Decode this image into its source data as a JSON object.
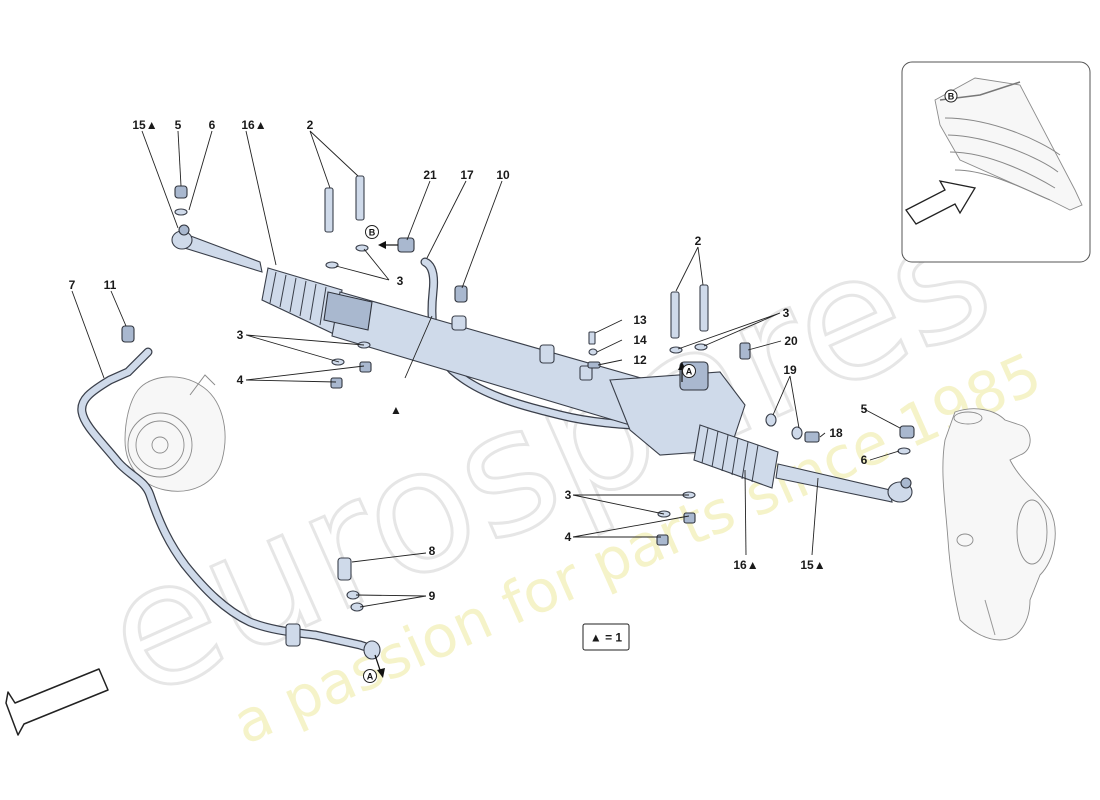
{
  "watermark": {
    "brand": "eurospares",
    "tagline": "a passion for parts since 1985"
  },
  "legend": {
    "text": "▲ = 1"
  },
  "ref_markers": {
    "a": "A",
    "b": "B"
  },
  "callouts": {
    "c15_left": "15▲",
    "c5_left": "5",
    "c6_left": "6",
    "c16_left": "16▲",
    "c2_left": "2",
    "c21": "21",
    "c17": "17",
    "c10": "10",
    "c7": "7",
    "c11": "11",
    "c3_mid_a": "3",
    "c3_mid_b": "3",
    "c4_mid": "4",
    "c2_right": "2",
    "c3_right": "3",
    "c13": "13",
    "c14": "14",
    "c12": "12",
    "c20": "20",
    "c19": "19",
    "c18": "18",
    "c5_right": "5",
    "c6_right": "6",
    "c3_low": "3",
    "c4_low": "4",
    "c16_right": "16▲",
    "c15_right": "15▲",
    "c8": "8",
    "c9": "9",
    "tri_mark": "▲"
  }
}
